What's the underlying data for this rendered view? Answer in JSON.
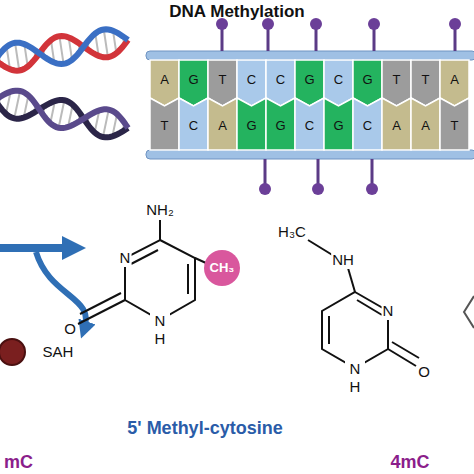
{
  "diagram": {
    "title": "DNA Methylation",
    "nodes": [
      {
        "text": [
          "A"
        ]
      },
      {
        "text": [
          "G"
        ]
      },
      {
        "text": [
          "T"
        ]
      },
      {
        "text": [
          "C"
        ]
      },
      {
        "text": [
          "C"
        ]
      },
      {
        "text": [
          "G"
        ]
      },
      {
        "text": [
          "C"
        ]
      },
      {
        "text": [
          "G"
        ]
      },
      {
        "text": [
          "T"
        ]
      },
      {
        "text": [
          "T"
        ]
      },
      {
        "text": [
          "A"
        ]
      },
      {
        "text": [
          "T"
        ]
      },
      {
        "text": [
          "C"
        ]
      },
      {
        "text": [
          "A"
        ]
      },
      {
        "text": [
          "G"
        ]
      },
      {
        "text": [
          "G"
        ]
      },
      {
        "text": [
          "C"
        ]
      },
      {
        "text": [
          "G"
        ]
      },
      {
        "text": [
          "C"
        ]
      },
      {
        "text": [
          "A"
        ]
      },
      {
        "text": [
          "A"
        ]
      },
      {
        "text": [
          "T"
        ]
      },
      {
        "text": [
          "CH₃"
        ]
      }
    ],
    "labels": [
      "NH₂",
      "N",
      "O",
      "N H",
      "SAH",
      "5' Methyl-cytosine",
      "mC",
      "H₃C",
      "NH",
      "N",
      "O",
      "N H",
      "4mC"
    ]
  }
}
